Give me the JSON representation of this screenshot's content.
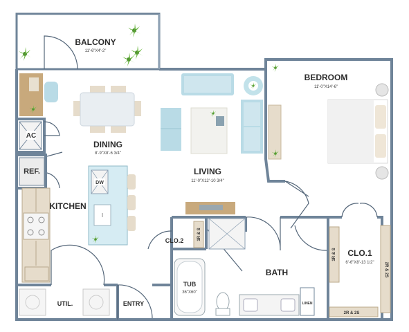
{
  "rooms": {
    "balcony": {
      "name": "BALCONY",
      "dims": "11'-6\"X4'-2\""
    },
    "bedroom": {
      "name": "BEDROOM",
      "dims": "11'-0\"X14'-6\""
    },
    "dining": {
      "name": "DINING",
      "dims": "8'-9\"X8'-6 3/4\""
    },
    "living": {
      "name": "LIVING",
      "dims": "11'-0\"X12'-10 3/4\""
    },
    "kitchen": {
      "name": "KITCHEN"
    },
    "bath": {
      "name": "BATH"
    },
    "clo1": {
      "name": "CLO.1",
      "dims": "6'-6\"X8'-13 1/2\""
    },
    "clo2": {
      "name": "CLO.2"
    },
    "util": {
      "name": "UTIL."
    },
    "entry": {
      "name": "ENTRY"
    }
  },
  "fixtures": {
    "ac": "AC",
    "ref": "REF.",
    "dw": "DW",
    "tub_name": "TUB",
    "tub_dims": "36\"X60\"",
    "linen": "LINEN"
  },
  "shelves": {
    "clo2_shelf": "1R & S",
    "clo1_shelf_vert": "1R & S",
    "clo1_shelf_right": "2R & 2S",
    "clo1_shelf_bottom": "2R & 2S"
  },
  "colors": {
    "wall_outline": "#6f8499",
    "wall_fill": "#ffffff",
    "furniture_blue": "#b9dbe6",
    "furniture_tan": "#e6dccb",
    "wood": "#c8a97c",
    "plant_green": "#5aa33a"
  }
}
